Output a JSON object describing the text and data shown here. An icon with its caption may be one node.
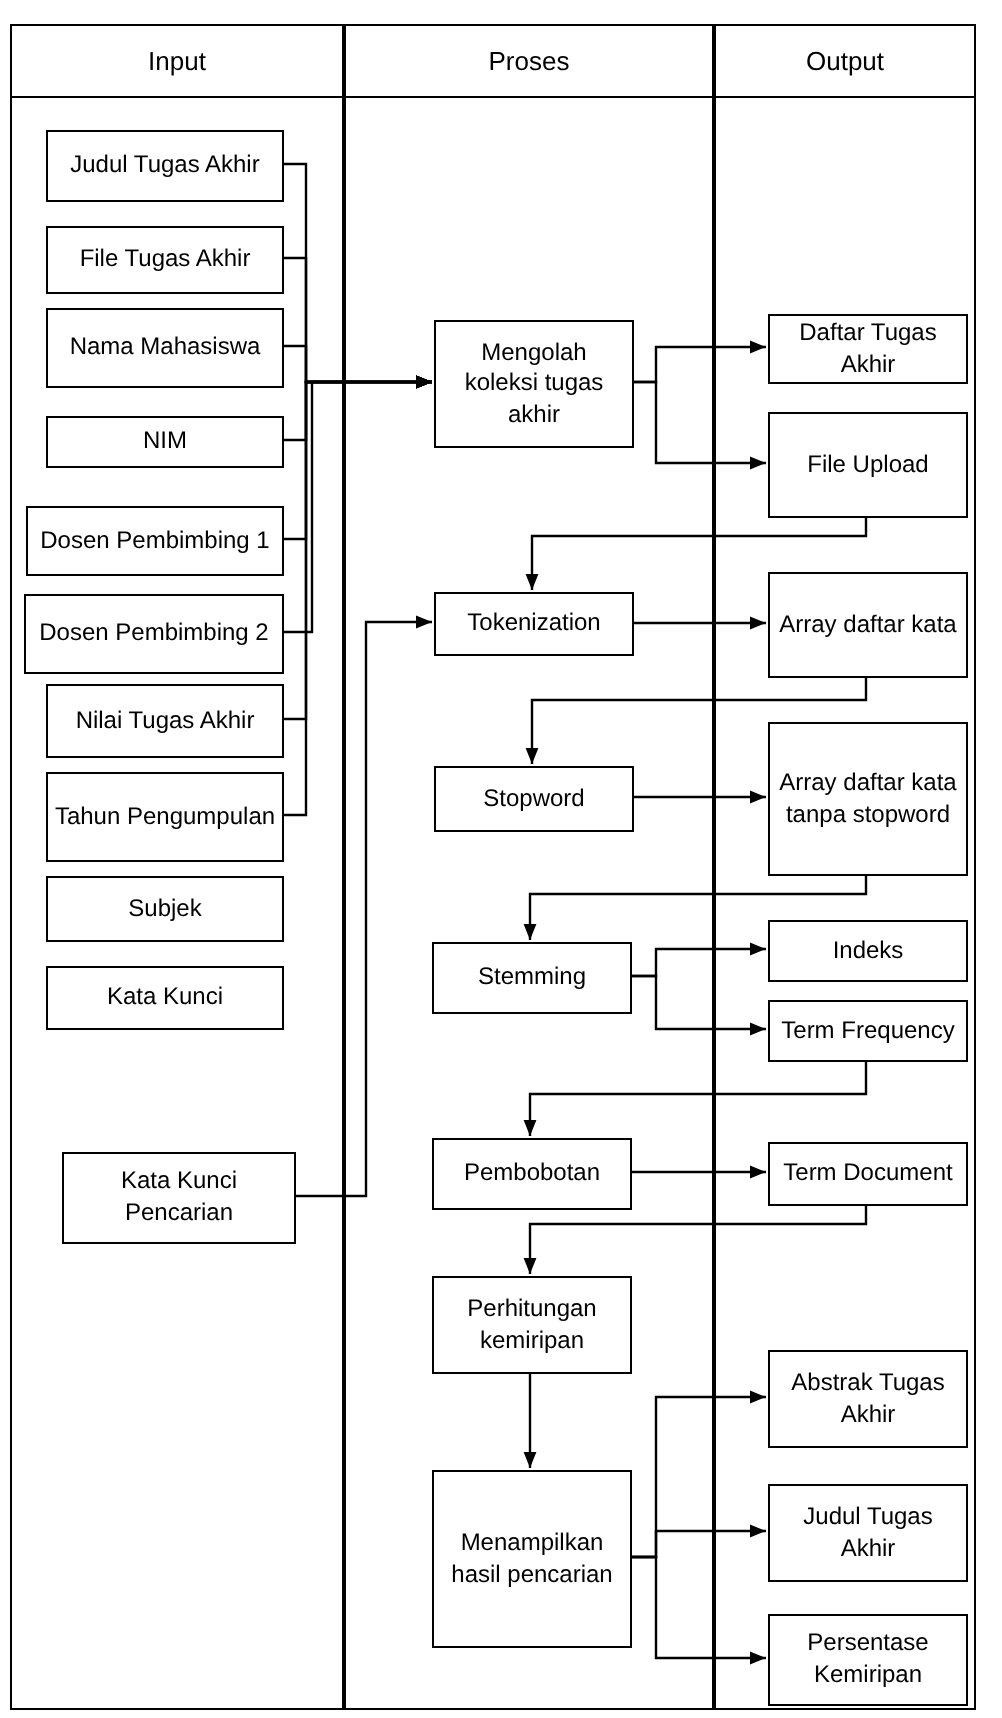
{
  "diagram": {
    "nodes": [
      {
        "text": [
          "Input"
        ]
      },
      {
        "text": [
          "Proses"
        ]
      },
      {
        "text": [
          "Output"
        ]
      },
      {
        "text": [
          "Judul Tugas Akhir"
        ],
        "in": 0
      },
      {
        "text": [
          "File Tugas Akhir"
        ],
        "in": 0
      },
      {
        "text": [
          "Nama Mahasiswa"
        ],
        "in": 0
      },
      {
        "text": [
          "NIM"
        ],
        "in": 0
      },
      {
        "text": [
          "Dosen Pembimbing 1"
        ],
        "in": 0
      },
      {
        "text": [
          "Dosen Pembimbing 2"
        ],
        "in": 0
      },
      {
        "text": [
          "Nilai Tugas Akhir"
        ],
        "in": 0
      },
      {
        "text": [
          "Tahun Pengumpulan"
        ],
        "in": 0
      },
      {
        "text": [
          "Subjek"
        ],
        "in": 0
      },
      {
        "text": [
          "Kata Kunci"
        ],
        "in": 0
      },
      {
        "text": [
          "Kata Kunci Pencarian"
        ],
        "in": 0
      },
      {
        "text": [
          "Mengolah koleksi tugas akhir"
        ],
        "in": 1
      },
      {
        "text": [
          "Tokenization"
        ],
        "in": 1
      },
      {
        "text": [
          "Stopword"
        ],
        "in": 1
      },
      {
        "text": [
          "Stemming"
        ],
        "in": 1
      },
      {
        "text": [
          "Pembobotan"
        ],
        "in": 1
      },
      {
        "text": [
          "Perhitungan kemiripan"
        ],
        "in": 1
      },
      {
        "text": [
          "Menampilkan hasil pencarian"
        ],
        "in": 1
      },
      {
        "text": [
          "Daftar Tugas Akhir"
        ],
        "in": 2
      },
      {
        "text": [
          "File Upload"
        ],
        "in": 2
      },
      {
        "text": [
          "Array daftar kata"
        ],
        "in": 2
      },
      {
        "text": [
          "Array daftar kata tanpa stopword"
        ],
        "in": 2
      },
      {
        "text": [
          "Indeks"
        ],
        "in": 2
      },
      {
        "text": [
          "Term Frequency"
        ],
        "in": 2
      },
      {
        "text": [
          "Term Document"
        ],
        "in": 2
      },
      {
        "text": [
          "Abstrak Tugas Akhir"
        ],
        "in": 2
      },
      {
        "text": [
          "Judul Tugas Akhir"
        ],
        "in": 2
      },
      {
        "text": [
          "Persentase Kemiripan"
        ],
        "in": 2
      }
    ],
    "edges": [
      {
        "from": 3,
        "to": 14,
        "arrow": "to"
      },
      {
        "from": 4,
        "to": 14,
        "arrow": "to"
      },
      {
        "from": 5,
        "to": 14,
        "arrow": "to"
      },
      {
        "from": 6,
        "to": 14,
        "arrow": "to"
      },
      {
        "from": 7,
        "to": 14,
        "arrow": "to"
      },
      {
        "from": 8,
        "to": 14,
        "arrow": "to"
      },
      {
        "from": 9,
        "to": 14,
        "arrow": "to"
      },
      {
        "from": 10,
        "to": 14,
        "arrow": "to"
      },
      {
        "from": 14,
        "to": 21,
        "arrow": "to"
      },
      {
        "from": 14,
        "to": 22,
        "arrow": "to"
      },
      {
        "from": 22,
        "to": 15,
        "arrow": "to"
      },
      {
        "from": 13,
        "to": 15,
        "arrow": "to"
      },
      {
        "from": 15,
        "to": 23,
        "arrow": "to"
      },
      {
        "from": 23,
        "to": 16,
        "arrow": "to"
      },
      {
        "from": 16,
        "to": 24,
        "arrow": "to"
      },
      {
        "from": 24,
        "to": 17,
        "arrow": "to"
      },
      {
        "from": 17,
        "to": 25,
        "arrow": "to"
      },
      {
        "from": 17,
        "to": 26,
        "arrow": "to"
      },
      {
        "from": 26,
        "to": 18,
        "arrow": "to"
      },
      {
        "from": 18,
        "to": 27,
        "arrow": "to"
      },
      {
        "from": 27,
        "to": 19,
        "arrow": "to"
      },
      {
        "from": 19,
        "to": 20,
        "arrow": "to"
      },
      {
        "from": 20,
        "to": 28,
        "arrow": "to"
      },
      {
        "from": 20,
        "to": 29,
        "arrow": "to"
      },
      {
        "from": 20,
        "to": 30,
        "arrow": "to"
      }
    ]
  }
}
